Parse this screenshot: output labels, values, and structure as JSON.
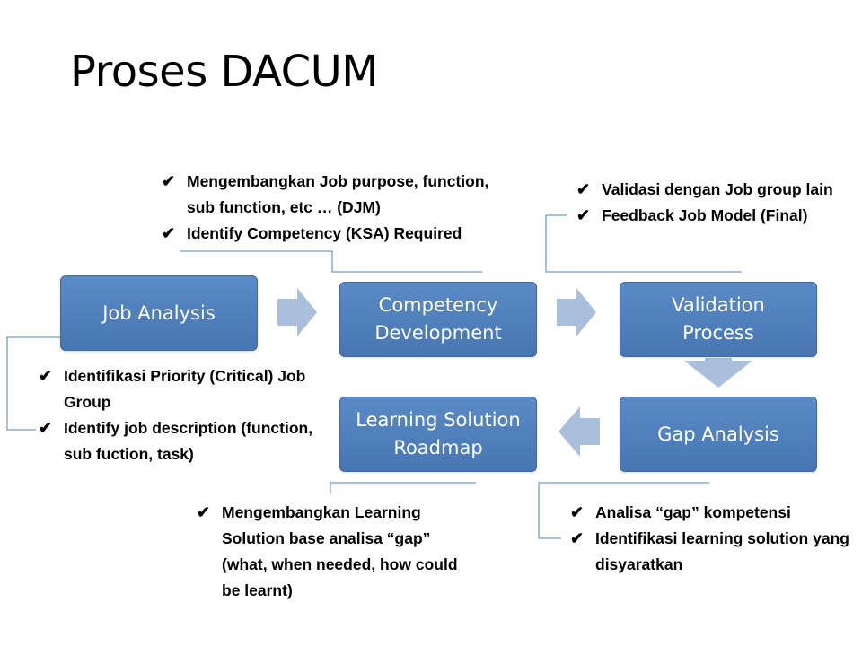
{
  "title": "Proses DACUM",
  "check_icon": "check-icon",
  "colors": {
    "box_fill": "#4f81bd",
    "arrow_fill": "#a9bfdc",
    "connector": "#4f81bd"
  },
  "steps": {
    "job_analysis": "Job Analysis",
    "competency_development": "Competency\nDevelopment",
    "validation_process": "Validation\nProcess",
    "gap_analysis": "Gap Analysis",
    "learning_solution_roadmap": "Learning Solution\nRoadmap"
  },
  "notes": {
    "competency": [
      "Mengembangkan Job purpose, function, sub function, etc … (DJM)",
      "Identify Competency (KSA) Required"
    ],
    "validation": [
      "Validasi dengan Job group lain",
      "Feedback Job Model (Final)"
    ],
    "job_analysis": [
      "Identifikasi Priority (Critical) Job Group",
      "Identify job description (function, sub fuction, task)"
    ],
    "learning": [
      "Mengembangkan Learning Solution  base analisa “gap” (what, when needed, how could be learnt)"
    ],
    "gap": [
      "Analisa “gap” kompetensi",
      "Identifikasi learning solution yang disyaratkan"
    ]
  }
}
